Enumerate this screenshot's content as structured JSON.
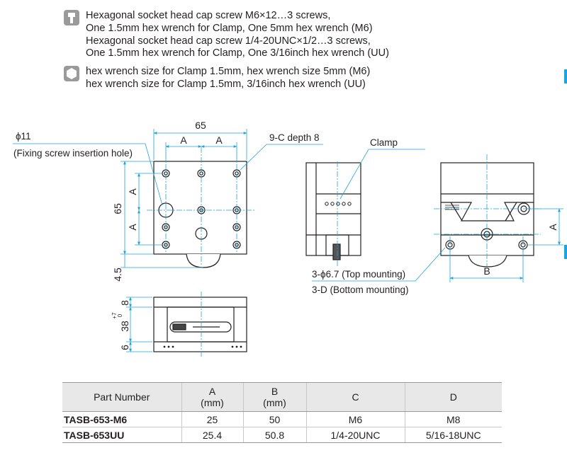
{
  "accessories": {
    "screws": {
      "icon": "screw-icon",
      "lines": [
        "Hexagonal socket head cap screw M6×12…3 screws,",
        "One 1.5mm hex wrench for Clamp, One 5mm hex wrench (M6)",
        "Hexagonal socket head cap screw 1/4-20UNC×1/2…3 screws,",
        "One 1.5mm hex wrench for Clamp, One 3/16inch hex wrench (UU)"
      ]
    },
    "wrench": {
      "icon": "hex-wrench-icon",
      "lines": [
        "hex wrench size for Clamp 1.5mm, hex wrench size 5mm (M6)",
        "hex wrench size for Clamp 1.5mm, 3/16inch hex wrench (UU)"
      ]
    }
  },
  "drawing": {
    "dim_65_width": "65",
    "dim_a": "A",
    "dim_65_height": "65",
    "dim_4_5": "4.5",
    "phi11": "ϕ11",
    "fixing_hole": "(Fixing screw insertion hole)",
    "nine_c": "9-C depth 8",
    "clamp": "Clamp",
    "top_mounting": "3-ϕ6.7 (Top mounting)",
    "bottom_mounting": "3-D (Bottom mounting)",
    "dim_b": "B",
    "dim_8": "8",
    "dim_38": "38",
    "dim_38_tol_upper": "+7",
    "dim_38_tol_lower": "0",
    "dim_6": "6"
  },
  "table": {
    "headers": {
      "part_number": "Part Number",
      "a": "A",
      "a_unit": "(mm)",
      "b": "B",
      "b_unit": "(mm)",
      "c": "C",
      "d": "D"
    },
    "rows": [
      {
        "part": "TASB-653-M6",
        "a": "25",
        "b": "50",
        "c": "M6",
        "d": "M8"
      },
      {
        "part": "TASB-653UU",
        "a": "25.4",
        "b": "50.8",
        "c": "1/4-20UNC",
        "d": "5/16-18UNC"
      }
    ]
  },
  "colors": {
    "dimension_line": "#1fa4d8",
    "outline": "#231f20",
    "icon_gray": "#9a9a9a",
    "header_fill": "#e8e8e8"
  }
}
